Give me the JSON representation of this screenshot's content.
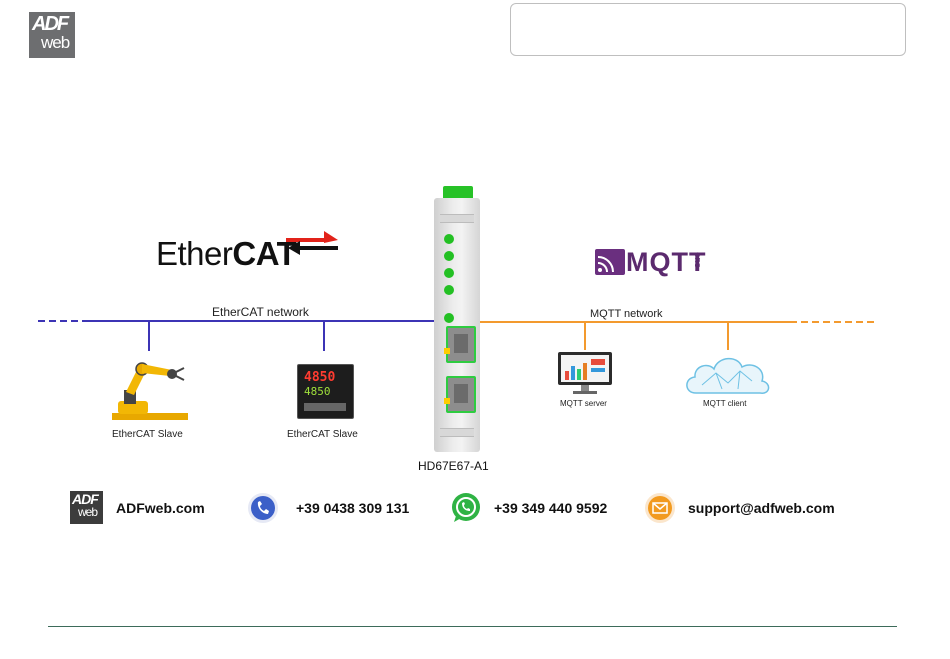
{
  "header": {
    "logo": {
      "top": "ADF",
      "bottom": "web"
    }
  },
  "diagram": {
    "left_protocol": {
      "logo_text_light": "Ether",
      "logo_text_bold": "CAT",
      "network_label": "EtherCAT network"
    },
    "right_protocol": {
      "logo_text": "MQTT",
      "logo_sub": "ORG",
      "network_label": "MQTT network"
    },
    "device": {
      "label": "HD67E67-A1"
    },
    "left_nodes": [
      {
        "label": "EtherCAT Slave",
        "icon": "robot-arm-icon"
      },
      {
        "label": "EtherCAT Slave",
        "icon": "controller-display-icon"
      }
    ],
    "right_nodes": [
      {
        "label": "MQTT server",
        "icon": "monitor-icon"
      },
      {
        "label": "MQTT client",
        "icon": "cloud-icon"
      }
    ],
    "controller_readout": {
      "top": "4850",
      "bottom": "4850"
    }
  },
  "contacts": {
    "website": "ADFweb.com",
    "phone": "+39 0438 309 131",
    "whatsapp": "+39 349 440 9592",
    "email": "support@adfweb.com"
  },
  "colors": {
    "ethercat_line": "#3c34b5",
    "mqtt_line": "#f39a2e",
    "led_green": "#23c023",
    "phone_icon": "#3b5fc8",
    "whatsapp_icon": "#2fb344",
    "email_icon": "#f29a1f"
  }
}
